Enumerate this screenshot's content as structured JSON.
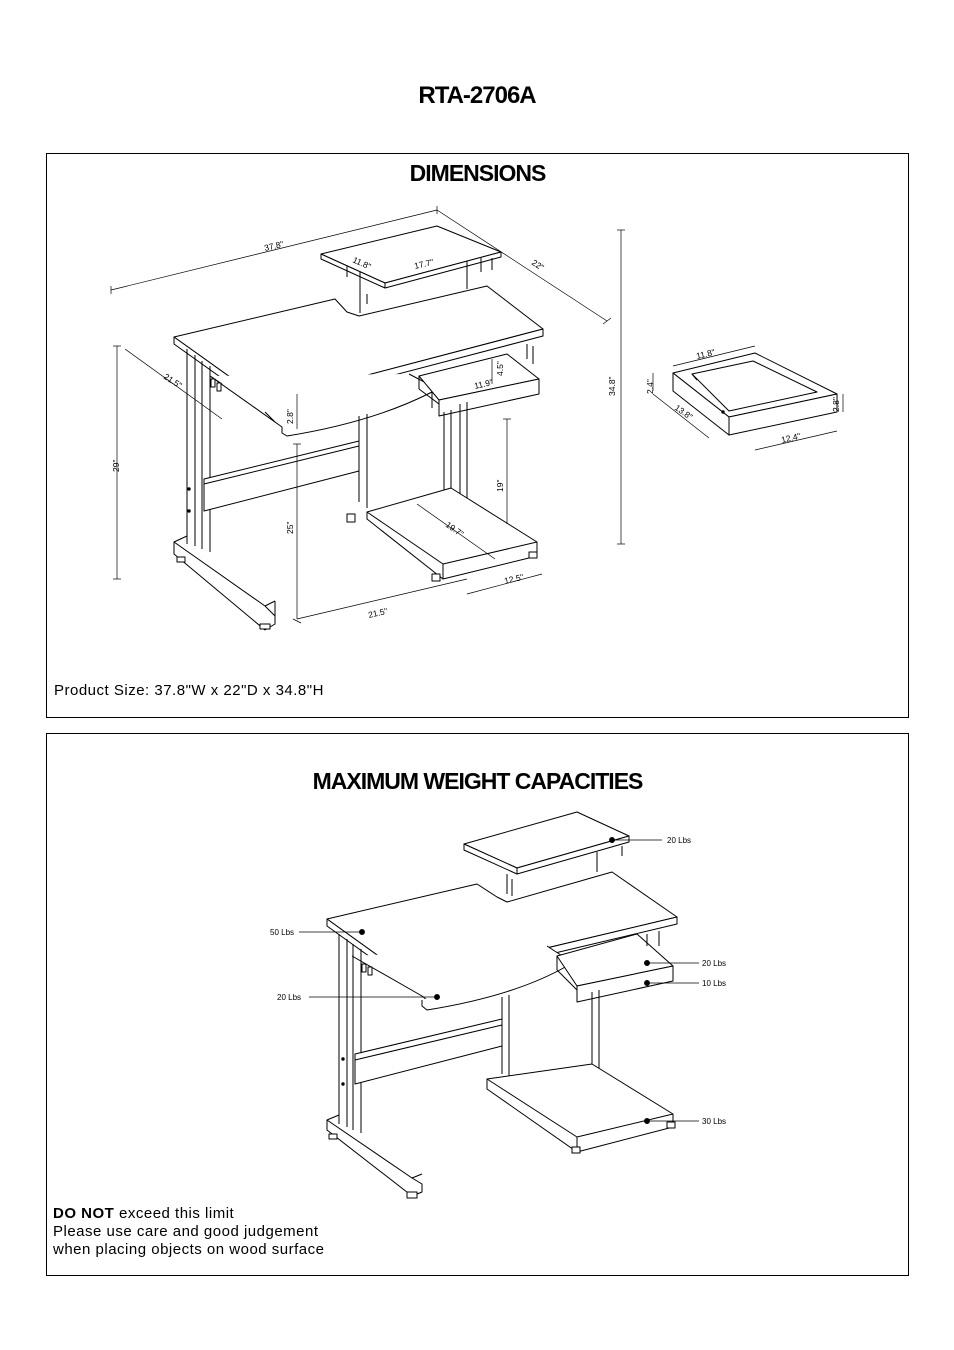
{
  "document": {
    "model": "RTA-2706A"
  },
  "dimensions_panel": {
    "title": "DIMENSIONS",
    "product_size": "Product Size: 37.8\"W x 22\"D x 34.8\"H",
    "labels": {
      "overall_width": "37.8\"",
      "shelf_depth": "11.8\"",
      "shelf_width": "17.7\"",
      "overall_depth": "22\"",
      "overall_height": "34.8\"",
      "desk_depth_side": "21.5\"",
      "desk_height": "29\"",
      "tray_gap": "2.8\"",
      "drawer_width": "11.9\"",
      "drawer_height": "4.5\"",
      "lower_gap": "19\"",
      "bottom_shelf_depth": "19.7\"",
      "bottom_shelf_width": "12.5\"",
      "knee_height": "25\"",
      "base_depth": "21.5\"",
      "drw_top_width": "11.8\"",
      "drw_side_height": "2.4\"",
      "drw_depth": "13.8\"",
      "drw_front_height": "2.8\"",
      "drw_front_width": "12.4\""
    }
  },
  "weight_panel": {
    "title": "MAXIMUM WEIGHT CAPACITIES",
    "labels": {
      "monitor_shelf": "20 Lbs",
      "desktop": "50 Lbs",
      "keyboard_tray": "20 Lbs",
      "drawer_top": "20 Lbs",
      "drawer": "10 Lbs",
      "bottom_shelf": "30 Lbs"
    },
    "warning_strong": "DO NOT",
    "warning_rest": " exceed this limit",
    "care_line1": "Please use care and good judgement",
    "care_line2": "when placing objects on wood surface"
  }
}
